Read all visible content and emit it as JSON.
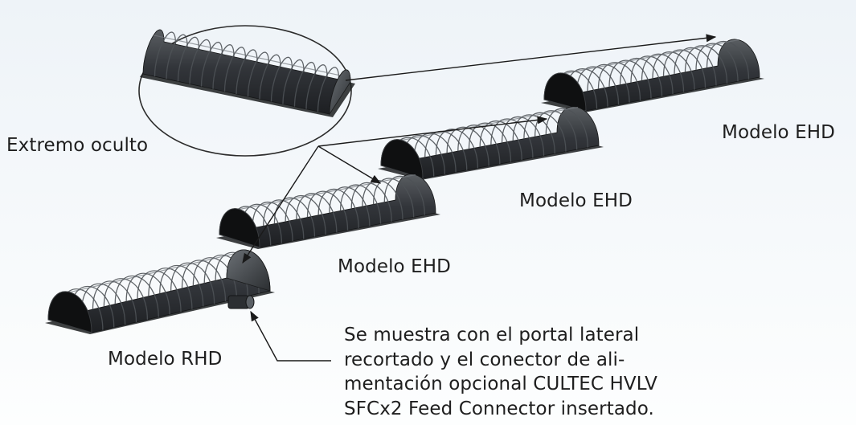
{
  "labels": {
    "hidden_end": "Extremo oculto",
    "model_top": "Modelo EHD",
    "model_middle": "Modelo EHD",
    "model_lower": "Modelo EHD",
    "model_first": "Modelo RHD"
  },
  "note": {
    "lines": [
      "Se muestra con el portal lateral",
      "recortado y el conector de ali-",
      "mentación opcional CULTEC HVLV",
      "SFCx2 Feed Connector insertado."
    ]
  },
  "colors": {
    "chamber_body": "#2a2c2e",
    "chamber_rib": "#4e5256",
    "chamber_highlight": "#74797e",
    "leader_line": "#1a1a1a",
    "text": "#1e1e1e"
  }
}
